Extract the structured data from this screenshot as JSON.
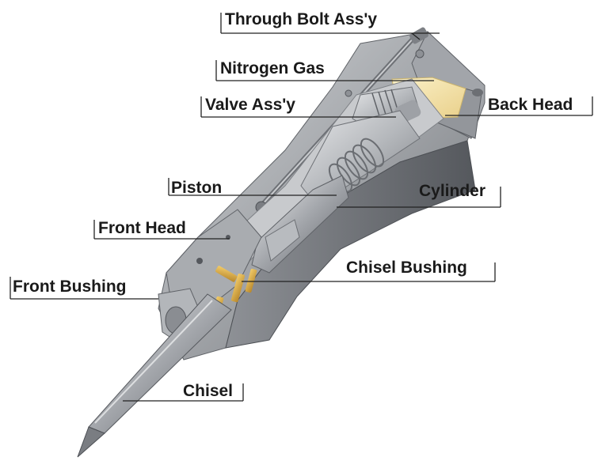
{
  "labels": {
    "through_bolt": "Through Bolt Ass'y",
    "nitrogen_gas": "Nitrogen Gas",
    "valve_assy": "Valve Ass'y",
    "back_head": "Back Head",
    "piston": "Piston",
    "cylinder": "Cylinder",
    "front_head": "Front Head",
    "chisel_bushing": "Chisel Bushing",
    "front_bushing": "Front Bushing",
    "chisel": "Chisel"
  },
  "colors": {
    "housing_light": "#bcbec2",
    "housing_mid": "#8e9196",
    "housing_dark": "#5f6267",
    "nitrogen_fill": "#f1e1a6",
    "bushing_gold": "#d8a93c",
    "text": "#1a1a1a"
  }
}
